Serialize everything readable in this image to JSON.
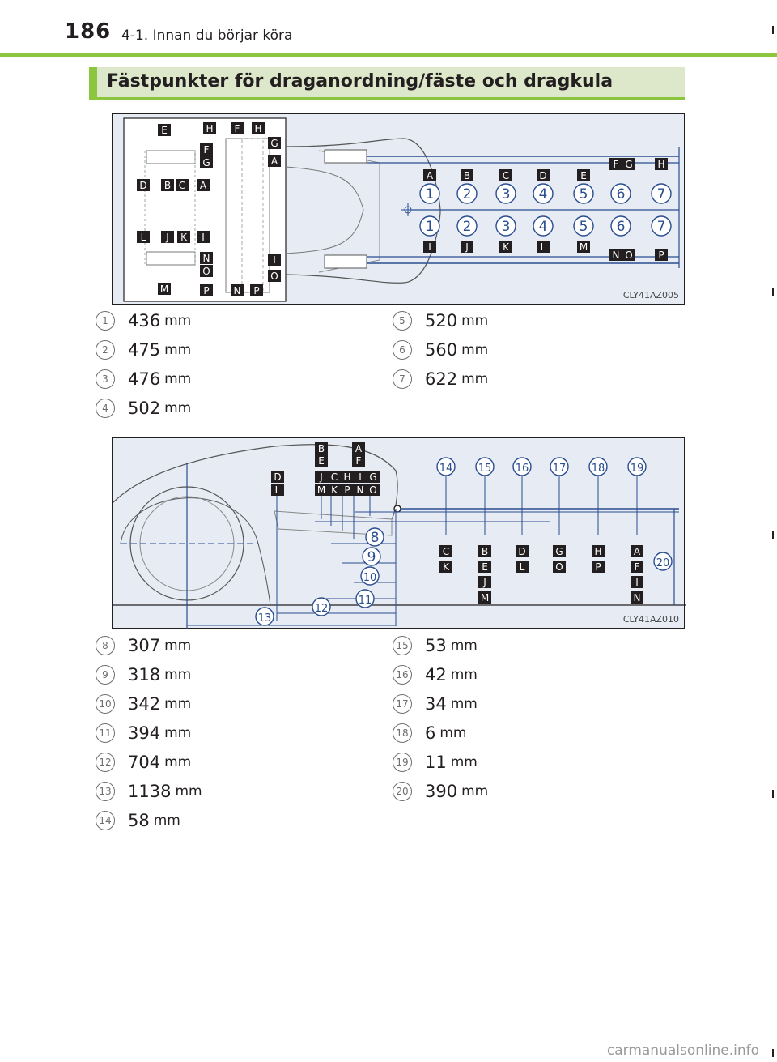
{
  "header": {
    "page_number": "186",
    "breadcrumb": "4-1. Innan du börjar köra"
  },
  "section": {
    "title": "Fästpunkter för draganordning/fäste och dragkula"
  },
  "figure_top": {
    "code": "CLY41AZ005",
    "rear_view_top_letters": [
      "E",
      "H",
      "F",
      "G",
      "D",
      "B",
      "C",
      "A"
    ],
    "rear_view_bottom_letters": [
      "L",
      "J",
      "K",
      "I",
      "N",
      "O",
      "M",
      "P"
    ],
    "center_top_letters": [
      "F",
      "H",
      "G",
      "A"
    ],
    "center_bottom_letters": [
      "I",
      "O",
      "N",
      "P"
    ],
    "dimension_row_top_letters": [
      "A",
      "B",
      "C",
      "D",
      "E",
      "F",
      "G",
      "H"
    ],
    "dimension_row_bottom_letters": [
      "I",
      "J",
      "K",
      "L",
      "M",
      "N",
      "O",
      "P"
    ],
    "circle_numbers": [
      "1",
      "2",
      "3",
      "4",
      "5",
      "6",
      "7"
    ]
  },
  "measurements_top": [
    {
      "num": "1",
      "value": "436",
      "unit": "mm"
    },
    {
      "num": "2",
      "value": "475",
      "unit": "mm"
    },
    {
      "num": "3",
      "value": "476",
      "unit": "mm"
    },
    {
      "num": "4",
      "value": "502",
      "unit": "mm"
    },
    {
      "num": "5",
      "value": "520",
      "unit": "mm"
    },
    {
      "num": "6",
      "value": "560",
      "unit": "mm"
    },
    {
      "num": "7",
      "value": "622",
      "unit": "mm"
    }
  ],
  "figure_bottom": {
    "code": "CLY41AZ010",
    "stack_letters": [
      "B",
      "E",
      "A",
      "F",
      "D",
      "L",
      "J",
      "C",
      "H",
      "I",
      "G",
      "M",
      "K",
      "P",
      "N",
      "O"
    ],
    "circle_numbers_top": [
      "14",
      "15",
      "16",
      "17",
      "18",
      "19"
    ],
    "circle_numbers_side": [
      "8",
      "9",
      "10",
      "11",
      "12",
      "13",
      "20"
    ],
    "column_letters": [
      [
        "C",
        "K"
      ],
      [
        "B",
        "E",
        "J",
        "M"
      ],
      [
        "D",
        "L"
      ],
      [
        "G",
        "O"
      ],
      [
        "H",
        "P"
      ],
      [
        "A",
        "F",
        "I",
        "N"
      ]
    ]
  },
  "measurements_bottom": [
    {
      "num": "8",
      "value": "307",
      "unit": "mm"
    },
    {
      "num": "9",
      "value": "318",
      "unit": "mm"
    },
    {
      "num": "10",
      "value": "342",
      "unit": "mm"
    },
    {
      "num": "11",
      "value": "394",
      "unit": "mm"
    },
    {
      "num": "12",
      "value": "704",
      "unit": "mm"
    },
    {
      "num": "13",
      "value": "1138",
      "unit": "mm"
    },
    {
      "num": "14",
      "value": "58",
      "unit": "mm"
    },
    {
      "num": "15",
      "value": "53",
      "unit": "mm"
    },
    {
      "num": "16",
      "value": "42",
      "unit": "mm"
    },
    {
      "num": "17",
      "value": "34",
      "unit": "mm"
    },
    {
      "num": "18",
      "value": "6",
      "unit": "mm"
    },
    {
      "num": "19",
      "value": "11",
      "unit": "mm"
    },
    {
      "num": "20",
      "value": "390",
      "unit": "mm"
    }
  ],
  "watermark": "carmanualsonline.info"
}
